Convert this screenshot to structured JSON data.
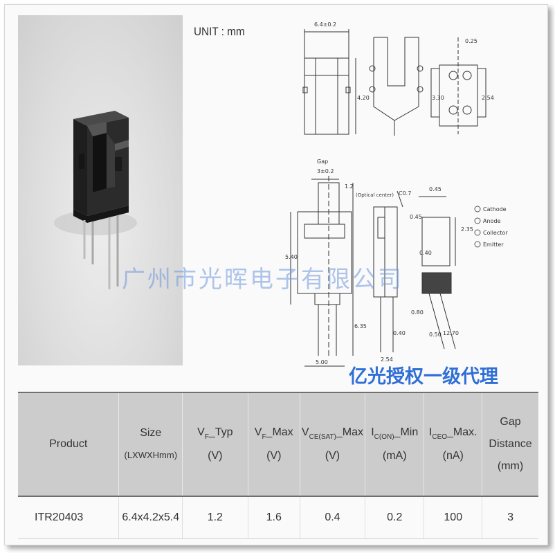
{
  "unit_label": "UNIT : mm",
  "watermark": "广州市光晖电子有限公司",
  "agent_label": "亿光授权一级代理",
  "drawing": {
    "dims": [
      "6.4±0.2",
      "4.20",
      "0.25",
      "3.30",
      "2.54",
      "Gap",
      "3±0.2",
      "1.2",
      "(Optical center)",
      "5.40",
      "C0.7",
      "0.45",
      "0.45",
      "2.35",
      "0.40",
      "0.80",
      "0.40",
      "2.54",
      "5.00",
      "6.35",
      "0.50",
      "12.70"
    ],
    "pins": [
      "Cathode",
      "Anode",
      "Collector",
      "Emitter"
    ]
  },
  "table": {
    "headers": [
      {
        "line1": "Product",
        "line2": "",
        "line3": ""
      },
      {
        "line1": "Size",
        "line2": "(LXWXHmm)",
        "line3": ""
      },
      {
        "main": "V",
        "sub": "F",
        "rest": "_Typ",
        "unit": "(V)"
      },
      {
        "main": "V",
        "sub": "F",
        "rest": "_Max",
        "unit": "(V)"
      },
      {
        "main": "V",
        "sub": "CE(SAT)",
        "rest": "_Max",
        "unit": "(V)"
      },
      {
        "main": "I",
        "sub": "C(ON)",
        "rest": "_Min",
        "unit": "(mA)"
      },
      {
        "main": "I",
        "sub": "CEO",
        "rest": "_Max.",
        "unit": "(nA)"
      },
      {
        "line1": "Gap",
        "line2": "Distance",
        "line3": "(mm)"
      }
    ],
    "rows": [
      [
        "ITR20403",
        "6.4x4.2x5.4",
        "1.2",
        "1.6",
        "0.4",
        "0.2",
        "100",
        "3"
      ]
    ]
  },
  "colors": {
    "header_bg": "#cccccc",
    "agent_blue": "#2f6fd6",
    "watermark": "#6e96dc"
  }
}
